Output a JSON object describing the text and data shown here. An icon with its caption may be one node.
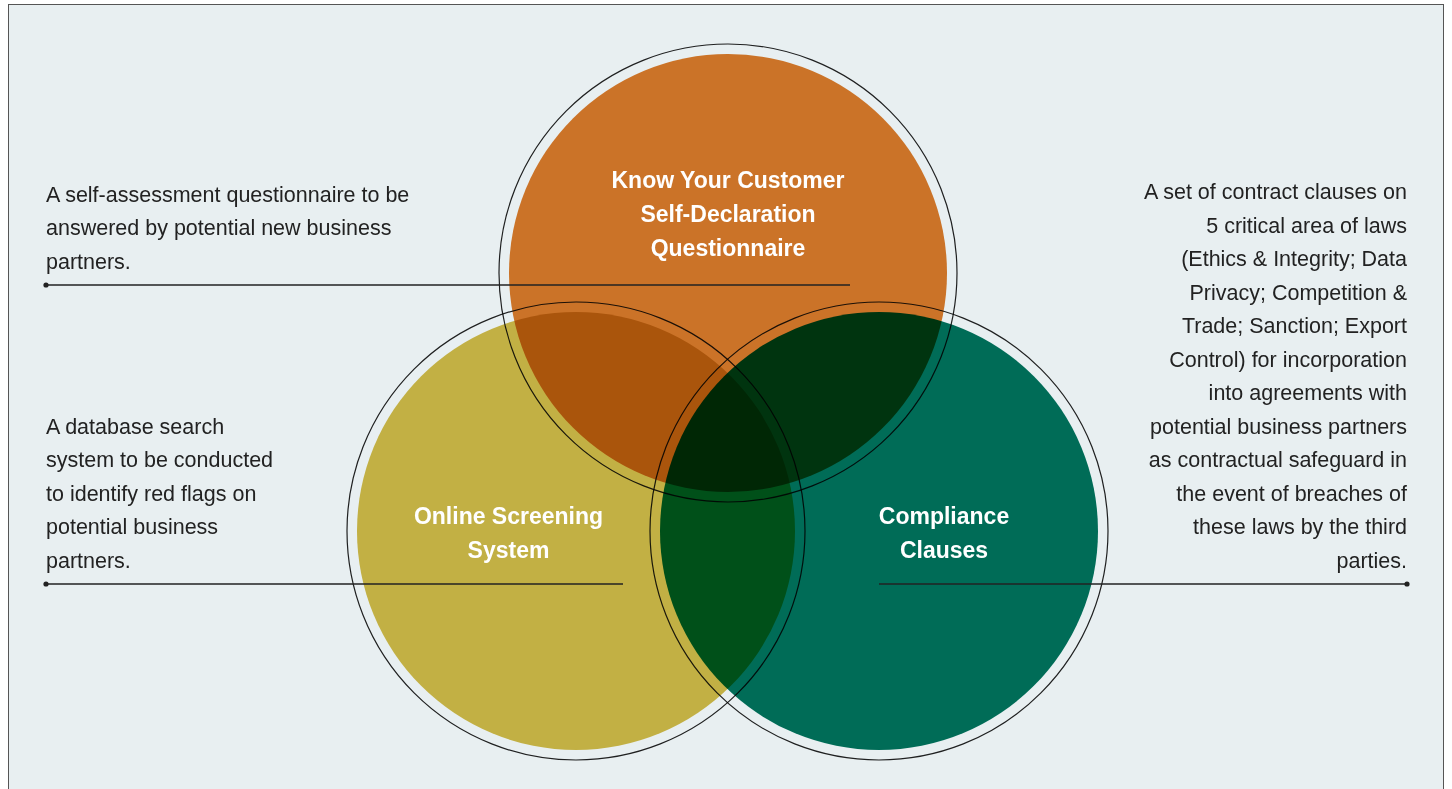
{
  "diagram": {
    "nodes": [
      {
        "text": [
          "Know Your Customer Self-Declaration Questionnaire"
        ]
      },
      {
        "text": [
          "Online Screening System"
        ]
      },
      {
        "text": [
          "Compliance Clauses"
        ]
      },
      {
        "text": [
          "A self-assessment questionnaire to be answered by potential new business partners."
        ]
      },
      {
        "text": [
          "A database search system to be conducted to identify red flags on potential business partners."
        ]
      },
      {
        "text": [
          "A set of contract clauses on 5 critical area of laws (Ethics & Integrity; Data Privacy; Competition & Trade; Sanction; Export Control) for incorporation into agreements with potential business partners as contractual safeguard in the event of breaches of these laws by the third parties."
        ]
      }
    ],
    "edges": [
      {
        "from": 3,
        "to": 0,
        "arrow": "other"
      },
      {
        "from": 4,
        "to": 1,
        "arrow": "other"
      },
      {
        "from": 5,
        "to": 2,
        "arrow": "other"
      }
    ]
  }
}
